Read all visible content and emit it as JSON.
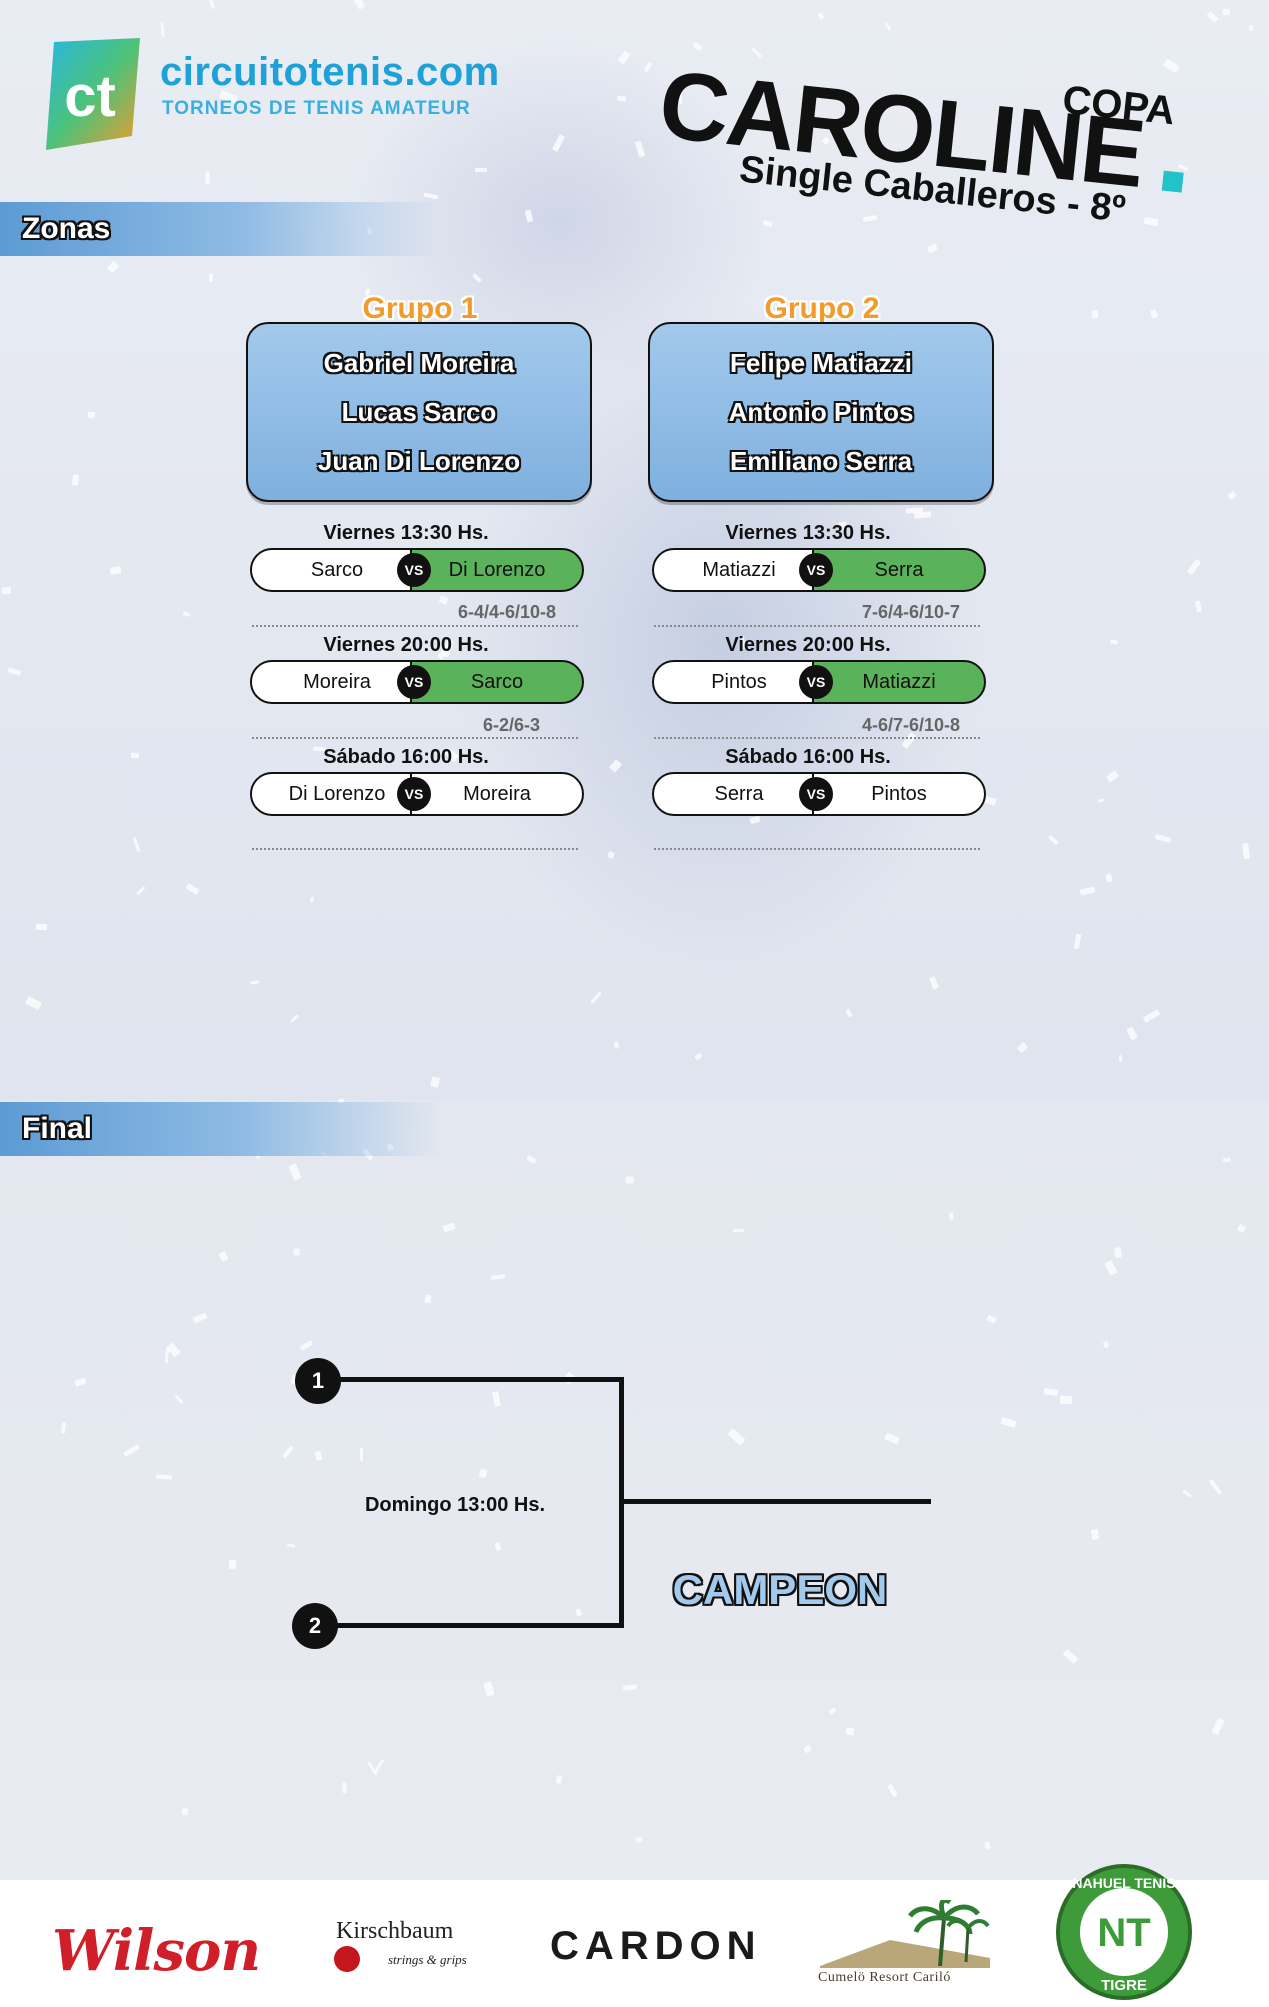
{
  "header": {
    "brand_monogram": "ct",
    "brand_name": "circuitotenis.com",
    "brand_tagline": "TORNEOS DE TENIS AMATEUR",
    "cup_prefix": "COPA",
    "cup_name": "CAROLINE",
    "category": "Single Caballeros - 8º"
  },
  "sections": {
    "zonas_label": "Zonas",
    "final_label": "Final"
  },
  "groups": [
    {
      "title": "Grupo 1",
      "players": [
        "Gabriel Moreira",
        "Lucas Sarco",
        "Juan Di Lorenzo"
      ],
      "matches": [
        {
          "time": "Viernes 13:30 Hs.",
          "left": "Sarco",
          "right": "Di Lorenzo",
          "winner": "right",
          "score": "6-4/4-6/10-8"
        },
        {
          "time": "Viernes 20:00 Hs.",
          "left": "Moreira",
          "right": "Sarco",
          "winner": "right",
          "score": "6-2/6-3"
        },
        {
          "time": "Sábado 16:00 Hs.",
          "left": "Di Lorenzo",
          "right": "Moreira",
          "winner": "",
          "score": ""
        }
      ]
    },
    {
      "title": "Grupo 2",
      "players": [
        "Felipe Matiazzi",
        "Antonio Pintos",
        "Emiliano Serra"
      ],
      "matches": [
        {
          "time": "Viernes 13:30 Hs.",
          "left": "Matiazzi",
          "right": "Serra",
          "winner": "right",
          "score": "7-6/4-6/10-7"
        },
        {
          "time": "Viernes 20:00 Hs.",
          "left": "Pintos",
          "right": "Matiazzi",
          "winner": "right",
          "score": "4-6/7-6/10-8"
        },
        {
          "time": "Sábado 16:00 Hs.",
          "left": "Serra",
          "right": "Pintos",
          "winner": "",
          "score": ""
        }
      ]
    }
  ],
  "vs_label": "VS",
  "final": {
    "seed_1": "1",
    "seed_2": "2",
    "time": "Domingo 13:00 Hs.",
    "champion_label": "CAMPEON"
  },
  "sponsors": {
    "wilson": "Wilson",
    "kirschbaum": "Kirschbaum",
    "kirschbaum_tagline": "strings & grips",
    "cardon": "CARDON",
    "cumelo": "Cumelö Resort Cariló",
    "nahuel_top": "NAHUEL TENIS",
    "nahuel_mark": "NT",
    "nahuel_bottom": "TIGRE"
  },
  "colors": {
    "group_box": "#8fbbe4",
    "winner_green": "#5ab25a",
    "group_title_orange": "#f39a2c",
    "brand_blue": "#1da1d6",
    "wilson_red": "#d11f2a",
    "nahuel_green": "#3e9b3a"
  }
}
